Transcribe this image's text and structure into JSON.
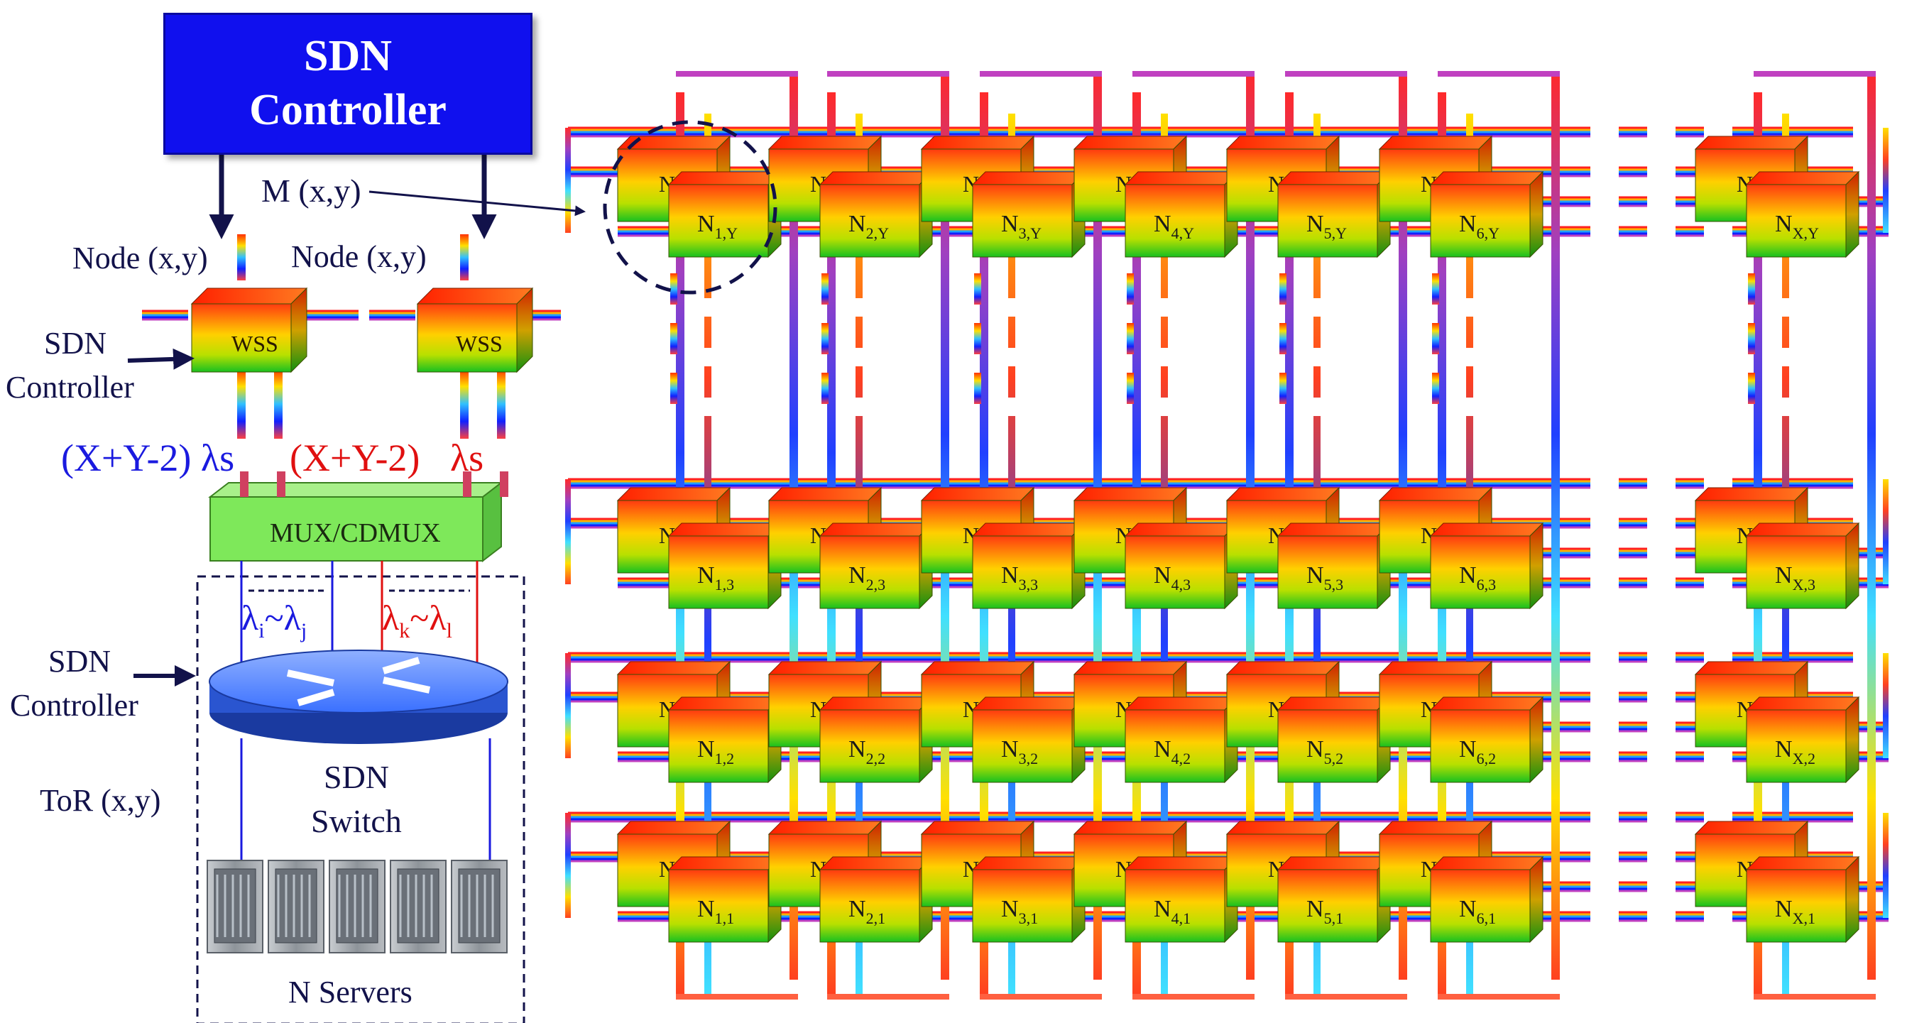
{
  "sdn_controller": {
    "line1": "SDN",
    "line2": "Controller"
  },
  "m_label": "M (x,y)",
  "node_label_left": "Node (x,y)",
  "node_label_right": "Node (x,y)",
  "wss_left": "WSS",
  "wss_right": "WSS",
  "sdn_ctrl_side_1": {
    "line1": "SDN",
    "line2": "Controller"
  },
  "sdn_ctrl_side_2": {
    "line1": "SDN",
    "line2": "Controller"
  },
  "lambda_blue": "(X+Y-2) λs",
  "lambda_red_part1": "(X+Y-2)",
  "lambda_red_part2": "λs",
  "mux": "MUX/CDMUX",
  "lam_ij": {
    "lam1": "λ",
    "sub1": "i",
    "tilde": "~",
    "lam2": "λ",
    "sub2": "j"
  },
  "lam_kl": {
    "lam1": "λ",
    "sub1": "k",
    "tilde": "~",
    "lam2": "λ",
    "sub2": "l"
  },
  "tor_label": "ToR (x,y)",
  "sdn_switch": {
    "line1": "SDN",
    "line2": "Switch"
  },
  "n_servers": "N Servers",
  "grid": {
    "columns": [
      "1",
      "2",
      "3",
      "4",
      "5",
      "6",
      "X"
    ],
    "rows": [
      "Y",
      "3",
      "2",
      "1"
    ],
    "back_label": "N"
  },
  "colors": {
    "controller_blue": "#1010ee",
    "mux_green": "#7ee85a",
    "label_blue": "#1a1adf",
    "label_red": "#e01010"
  }
}
